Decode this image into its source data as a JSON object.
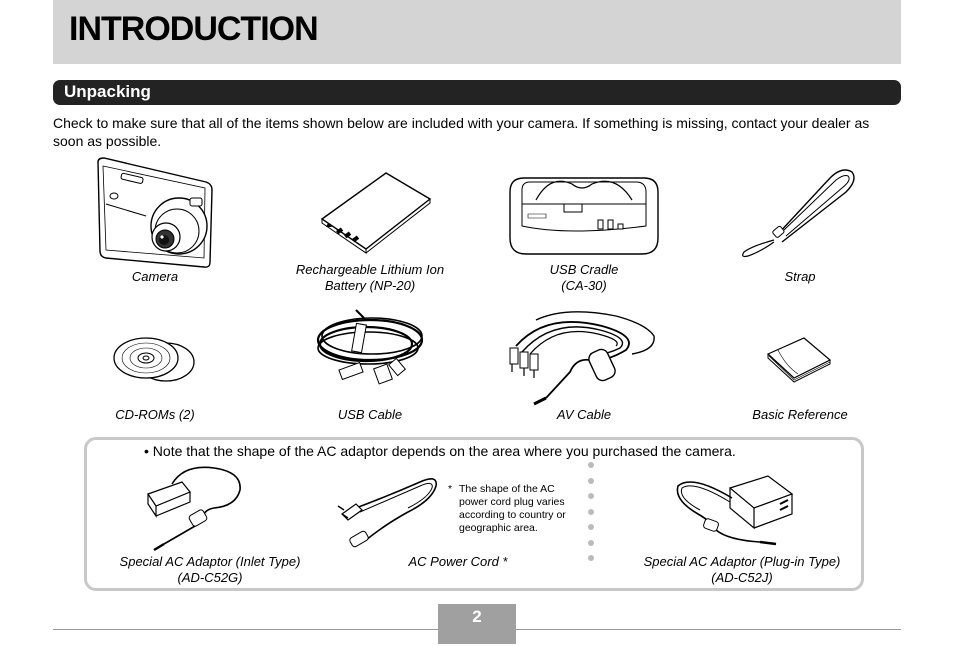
{
  "header": {
    "title": "INTRODUCTION"
  },
  "section": {
    "title": "Unpacking"
  },
  "intro": "Check to make sure that all of the items shown below are included with your camera. If something is missing, contact your dealer as soon as possible.",
  "items": {
    "camera": "Camera",
    "battery": [
      "Rechargeable Lithium Ion",
      "Battery (NP-20)"
    ],
    "cradle": [
      "USB Cradle",
      "(CA-30)"
    ],
    "strap": "Strap",
    "cdroms": "CD-ROMs (2)",
    "usb_cable": "USB Cable",
    "av_cable": "AV Cable",
    "basic_reference": "Basic Reference"
  },
  "note": {
    "text": "• Note that the shape of the AC adaptor depends on the area where you purchased the camera.",
    "inlet_adaptor": [
      "Special AC Adaptor (Inlet Type)",
      "(AD-C52G)"
    ],
    "power_cord": "AC Power Cord *",
    "plugin_adaptor": [
      "Special AC Adaptor (Plug-in Type)",
      "(AD-C52J)"
    ],
    "footnote_mark": "*",
    "footnote_lines": [
      "The shape of the AC",
      "power cord plug varies",
      "according to country or",
      "geographic area."
    ]
  },
  "page": {
    "number": "2"
  }
}
